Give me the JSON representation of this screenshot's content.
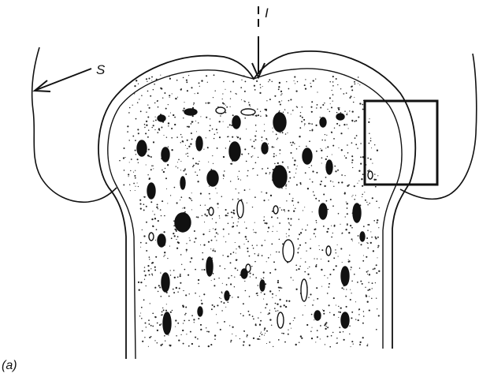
{
  "figure": {
    "panel_label": "(a)",
    "labels": {
      "s": "S",
      "i": "I"
    },
    "colors": {
      "ink": "#111111",
      "stipple": "#222222",
      "background": "#ffffff"
    }
  }
}
